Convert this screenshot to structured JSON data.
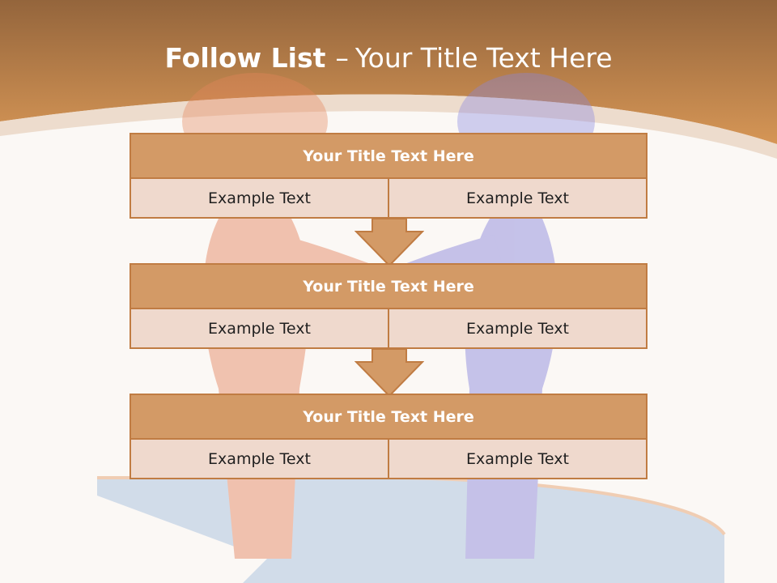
{
  "slide": {
    "title_bold": "Follow List",
    "title_separator": "–",
    "title_rest": "Your Title Text Here"
  },
  "steps": [
    {
      "title": "Your Title Text Here",
      "cells": [
        "Example Text",
        "Example Text"
      ]
    },
    {
      "title": "Your Title Text Here",
      "cells": [
        "Example Text",
        "Example Text"
      ]
    },
    {
      "title": "Your Title Text Here",
      "cells": [
        "Example Text",
        "Example Text"
      ]
    }
  ],
  "colors": {
    "header_band": "#c88a50",
    "box_header": "#d39a66",
    "box_cell": "#efd9cd",
    "border": "#c07c43",
    "figure_left": "#e4855c",
    "figure_right": "#7a76d8"
  },
  "icons": [
    "down-arrow-icon",
    "handshake-figures-illustration"
  ]
}
